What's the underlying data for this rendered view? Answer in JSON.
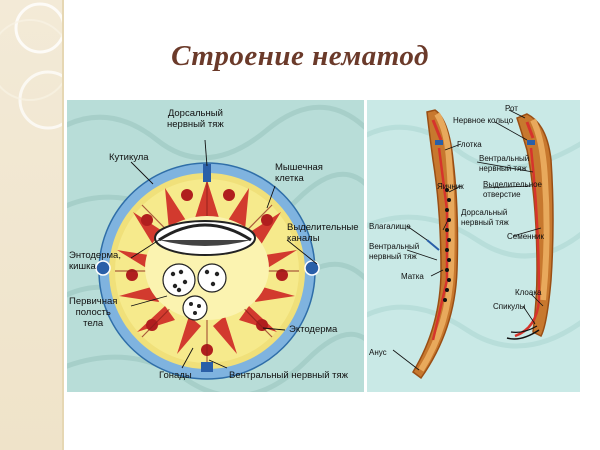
{
  "title": "Строение нематод",
  "cross_section_labels": {
    "dorsal": [
      "Дорсальный",
      "нервный тяж"
    ],
    "cuticle": "Кутикула",
    "muscle": [
      "Мышечная",
      "клетка"
    ],
    "excretory": [
      "Выделительные",
      "каналы"
    ],
    "endoderm": [
      "Энтодерма,",
      "кишка"
    ],
    "primary_cavity": [
      "Первичная",
      "полость",
      "тела"
    ],
    "ectoderm": "Эктодерма",
    "gonads": "Гонады",
    "ventral": "Вентральный нервный тяж"
  },
  "body_labels": {
    "mouth": "Рот",
    "nerve_ring": "Нервное кольцо",
    "pharynx": "Глотка",
    "ovary": "Яичник",
    "ventral_nerve_r": [
      "Вентральный",
      "нервный тяж"
    ],
    "excretory_pore": [
      "Выделительное",
      "отверстие"
    ],
    "dorsal_nerve": [
      "Дорсальный",
      "нервный тяж"
    ],
    "vagina": "Влагалище",
    "ventral_nerve_l": [
      "Вентральный",
      "нервный тяж"
    ],
    "seminal": "Семенник",
    "uterus": "Матка",
    "cloaca": "Клоака",
    "spicules": "Спикулы",
    "anus": "Анус"
  }
}
